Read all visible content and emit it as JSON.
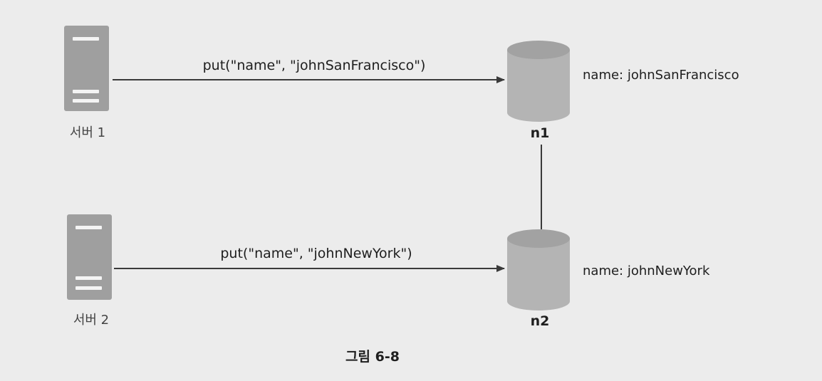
{
  "servers": [
    {
      "label": "서버 1"
    },
    {
      "label": "서버 2"
    }
  ],
  "requests": [
    {
      "label": "put(\"name\", \"johnSanFrancisco\")"
    },
    {
      "label": "put(\"name\", \"johnNewYork\")"
    }
  ],
  "nodes": [
    {
      "label": "n1",
      "value": "name: johnSanFrancisco"
    },
    {
      "label": "n2",
      "value": "name: johnNewYork"
    }
  ],
  "caption": "그림 6-8",
  "colors": {
    "background": "#ececec",
    "server_fill": "#9f9f9f",
    "db_body": "#b4b4b4",
    "db_top": "#a2a2a2",
    "line": "#3a3a3a"
  }
}
